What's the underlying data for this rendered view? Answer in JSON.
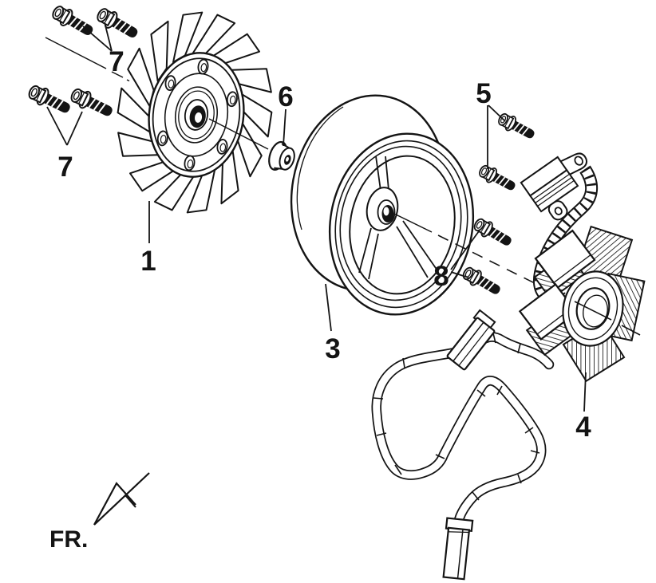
{
  "page": {
    "background_color": "#ffffff",
    "line_color": "#141414"
  },
  "diagram": {
    "front_marker": "FR.",
    "callouts": {
      "flywheel_fan": "1",
      "flywheel_rotor": "3",
      "stator": "4",
      "stator_bolts": "5",
      "fan_nut": "6",
      "fan_bolts_top": "7",
      "fan_bolts_left": "7",
      "rotor_bolts": "8"
    }
  }
}
